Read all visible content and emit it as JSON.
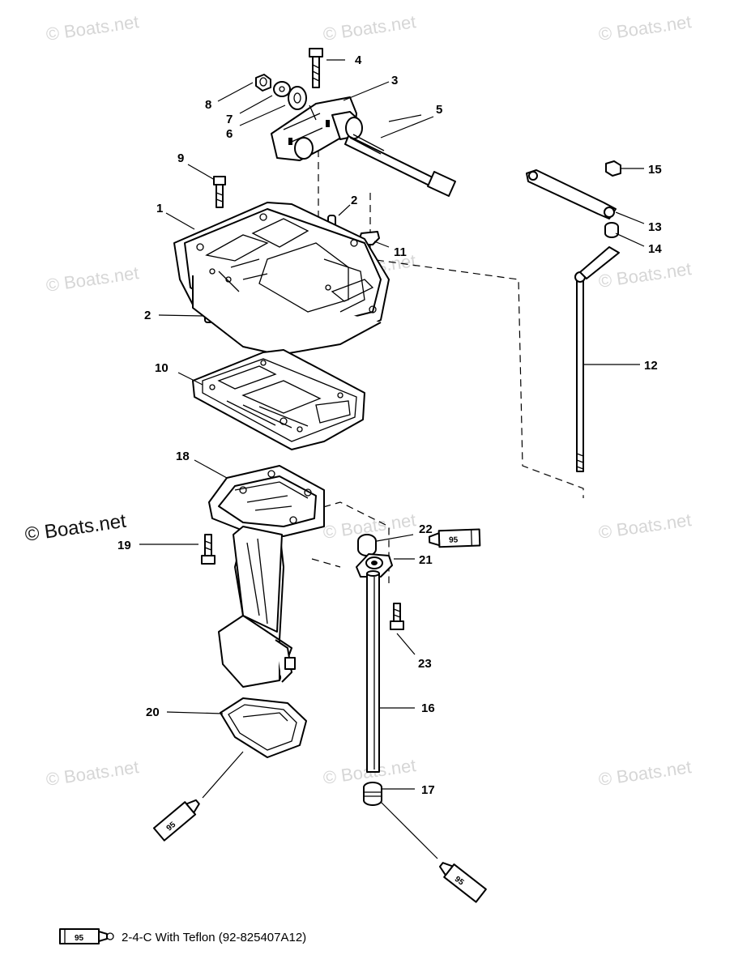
{
  "watermark": "© Boats.net",
  "callouts": {
    "c1": "1",
    "c2a": "2",
    "c2b": "2",
    "c3": "3",
    "c4": "4",
    "c5": "5",
    "c6": "6",
    "c7": "7",
    "c8": "8",
    "c9": "9",
    "c10": "10",
    "c11": "11",
    "c12": "12",
    "c13": "13",
    "c14": "14",
    "c15": "15",
    "c16": "16",
    "c17": "17",
    "c18": "18",
    "c19": "19",
    "c20": "20",
    "c21": "21",
    "c22": "22",
    "c23": "23"
  },
  "lubricant_code": "95",
  "legend": {
    "code": "95",
    "text": "2-4-C  With Teflon (92-825407A12)"
  }
}
